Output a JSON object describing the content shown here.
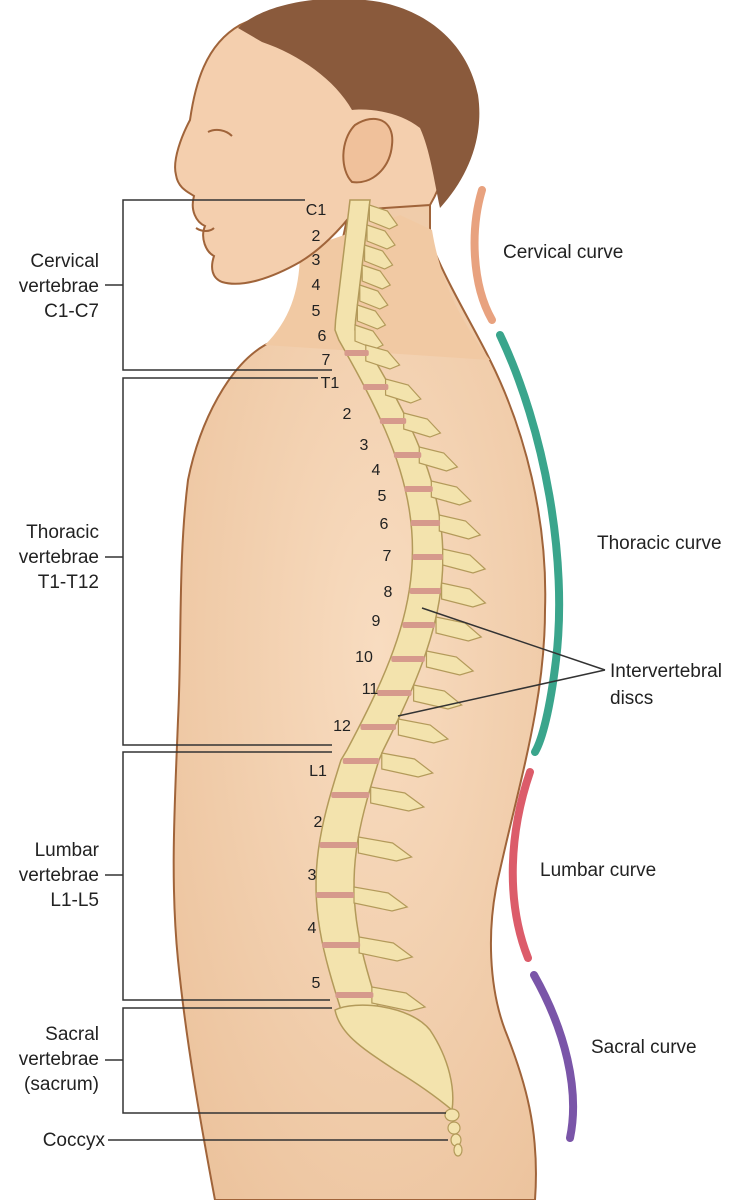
{
  "groups": {
    "cervical": [
      "Cervical",
      "vertebrae",
      "C1-C7"
    ],
    "thoracic": [
      "Thoracic",
      "vertebrae",
      "T1-T12"
    ],
    "lumbar": [
      "Lumbar",
      "vertebrae",
      "L1-L5"
    ],
    "sacral": [
      "Sacral",
      "vertebrae",
      "(sacrum)"
    ],
    "coccyx": "Coccyx"
  },
  "numbers": {
    "cervical": [
      "C1",
      "2",
      "3",
      "4",
      "5",
      "6",
      "7"
    ],
    "thoracic": [
      "T1",
      "2",
      "3",
      "4",
      "5",
      "6",
      "7",
      "8",
      "9",
      "10",
      "11",
      "12"
    ],
    "lumbar": [
      "L1",
      "2",
      "3",
      "4",
      "5"
    ]
  },
  "curves": {
    "cervical": "Cervical curve",
    "thoracic": "Thoracic curve",
    "lumbar": "Lumbar curve",
    "sacral": "Sacral curve"
  },
  "discs": [
    "Intervertebral",
    "discs"
  ],
  "colors": {
    "skin": "#f4cfae",
    "skin_outline": "#a0643a",
    "hair": "#8a5a3c",
    "bone": "#f3e3ad",
    "disc": "#d69a8c",
    "cervical_curve": "#e8a27f",
    "thoracic_curve": "#3aa58c",
    "lumbar_curve": "#dc5c6a",
    "sacral_curve": "#7a55a8"
  }
}
